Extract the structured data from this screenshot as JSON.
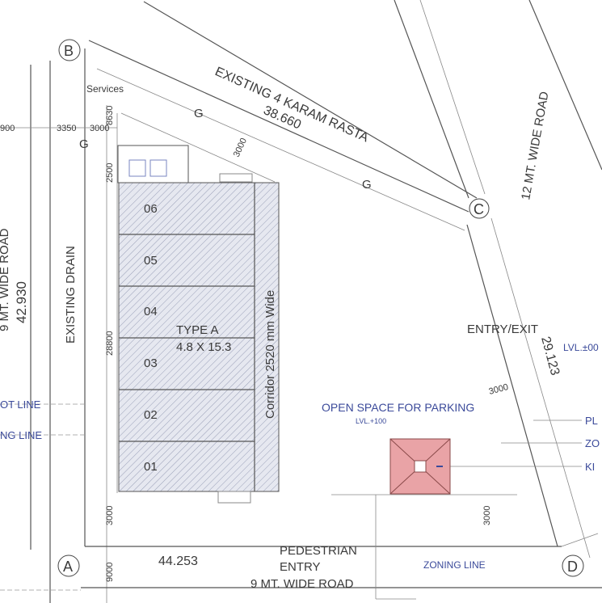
{
  "grid_points": {
    "a": "A",
    "b": "B",
    "c": "C",
    "d": "D"
  },
  "labels": {
    "services": "Services",
    "karam_rasta": "EXISTING 4 KARAM RASTA",
    "karam_rasta_length": "38.660",
    "right_road": "12 MT. WIDE ROAD",
    "gas_line": "G",
    "left_road": "9 MT. WIDE ROAD",
    "left_length": "42.930",
    "drain": "EXISTING DRAIN",
    "plot_line_left": "OT LINE",
    "zoning_line_left": "NG LINE",
    "type": "TYPE A",
    "type_size": "4.8 X 15.3",
    "corridor": "Corridor 2520 mm Wide",
    "entry_exit": "ENTRY/EXIT",
    "level_right": "LVL.±00",
    "right_length": "29.123",
    "parking": "OPEN SPACE FOR PARKING",
    "parking_level": "LVL.+100",
    "plot_line_right": "PL",
    "zoning_line_right": "ZO",
    "kiosk_right": "KI",
    "bottom_length": "44.253",
    "pedestrian": "PEDESTRIAN",
    "entry": "ENTRY",
    "bottom_road": "9 MT. WIDE ROAD",
    "zoning_line_bottom": "ZONING LINE"
  },
  "dimensions": {
    "d_left": "900",
    "d_3350": "3350",
    "d_3000a": "3000",
    "d_8630": "8630",
    "d_3000b": "3000",
    "d_2500": "2500",
    "d_28800": "28800",
    "d_3000c": "3000",
    "d_3000d": "3000",
    "d_3000e": "3000",
    "d_9000": "9000"
  },
  "units": [
    "06",
    "05",
    "04",
    "03",
    "02",
    "01"
  ],
  "colors": {
    "kiosk": "#e8a0a0",
    "annotation": "#3b4a9a",
    "hatch": "#c9ccd8"
  }
}
